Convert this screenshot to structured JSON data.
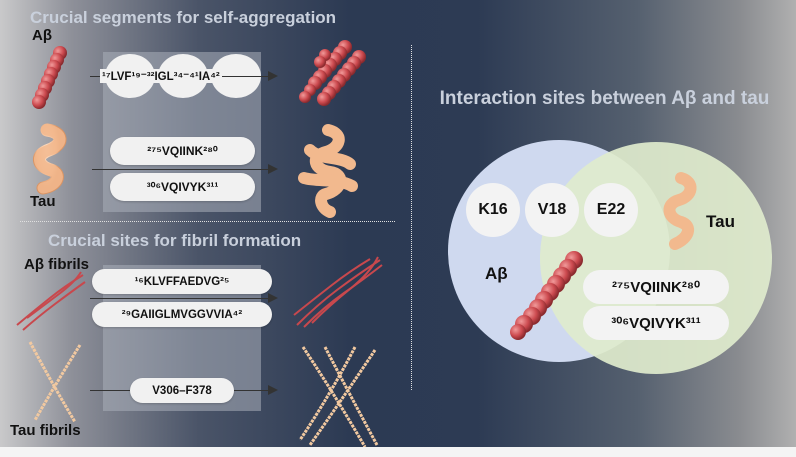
{
  "left": {
    "heading_top": "Crucial segments for self-aggregation",
    "heading_bottom": "Crucial sites for fibril formation",
    "labels": {
      "abeta": "Aβ",
      "tau": "Tau",
      "abeta_fibrils": "Aβ fibrils",
      "tau_fibrils": "Tau fibrils"
    },
    "abeta_segments": "¹⁷LVF¹⁹⁻³²IGL³⁴⁻⁴¹IA⁴²",
    "tau_segments": [
      "²⁷⁵VQIINK²⁸⁰",
      "³⁰⁶VQIVYK³¹¹"
    ],
    "abeta_fibril_sites": [
      "¹⁶KLVFFAEDVG²⁵",
      "²⁹GAIIGLMVGGVVIA⁴²"
    ],
    "tau_fibril_site": "V306–F378"
  },
  "right": {
    "heading_main": "Interaction sites between Aβ and tau",
    "abeta_residues": [
      "K16",
      "V18",
      "E22"
    ],
    "tau_label": "Tau",
    "abeta_label": "Aβ",
    "tau_segments": [
      "²⁷⁵VQIINK²⁸⁰",
      "³⁰⁶VQIVYK³¹¹"
    ]
  },
  "colors": {
    "abeta_red": "#c8484d",
    "tau_peach": "#f2b98e",
    "venn_blue": "#cfd9ef",
    "venn_green": "#dfeccd"
  }
}
